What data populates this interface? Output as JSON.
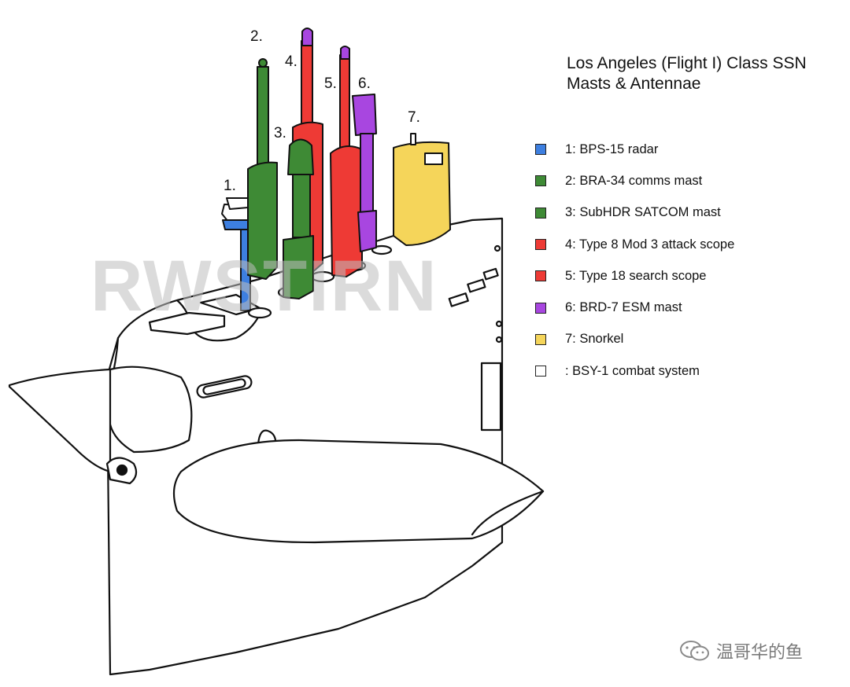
{
  "title": {
    "line1": "Los Angeles (Flight I) Class SSN",
    "line2": "Masts & Antennae"
  },
  "legend": [
    {
      "label": "1: BPS-15 radar",
      "color": "#3d7fe0"
    },
    {
      "label": "2: BRA-34 comms mast",
      "color": "#3e8a35"
    },
    {
      "label": "3: SubHDR SATCOM mast",
      "color": "#3e8a35"
    },
    {
      "label": "4: Type 8 Mod 3 attack scope",
      "color": "#ee3a35"
    },
    {
      "label": "5: Type 18 search scope",
      "color": "#ee3a35"
    },
    {
      "label": "6: BRD-7 ESM mast",
      "color": "#a846e0"
    },
    {
      "label": "7: Snorkel",
      "color": "#f5d55a"
    },
    {
      "label": ": BSY-1 combat system",
      "color": "#ffffff"
    }
  ],
  "mast_labels": [
    "1.",
    "2.",
    "3.",
    "4.",
    "5.",
    "6.",
    "7."
  ],
  "watermark": "RWSTIRN",
  "credit": "温哥华的鱼"
}
